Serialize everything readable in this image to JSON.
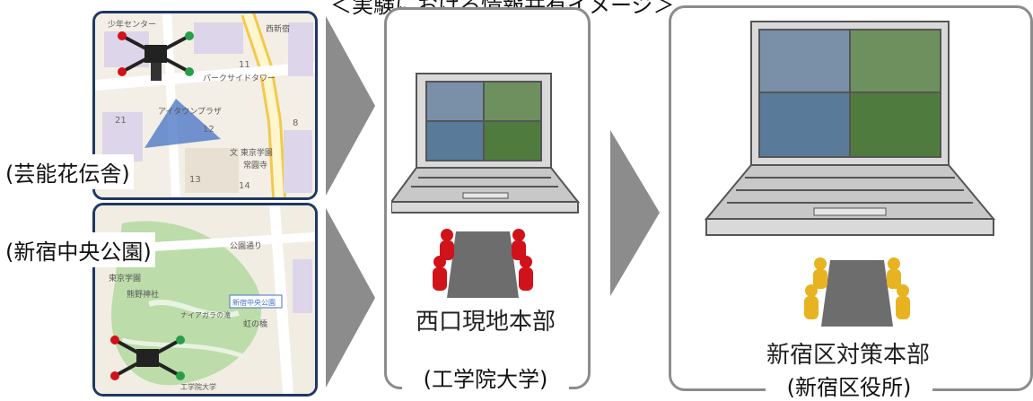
{
  "top_title": "＜実験における情報共有イメージ＞",
  "sources": [
    {
      "label": "(芸能花伝舎)"
    },
    {
      "label": "(新宿中央公園)"
    }
  ],
  "map_labels": {
    "upper": [
      "少年センター",
      "西新宿",
      "パークサイドタワー",
      "アイタウンプラザ",
      "文 東京学園",
      "常圓寺",
      "11",
      "13",
      "14",
      "21",
      "8",
      "12"
    ],
    "lower": [
      "公園通り",
      "東京学園",
      "熊野神社",
      "新宿中央公園",
      "ナイアガラの滝",
      "虹の橋",
      "工学院大学"
    ]
  },
  "local_hq": {
    "name": "西口現地本部",
    "place": "(工学院大学)"
  },
  "city_hq": {
    "name": "新宿区対策本部",
    "place": "(新宿区役所)"
  },
  "colors": {
    "map_border": "#1f3864",
    "arrow": "#8c8c8c",
    "red_figure": "#d0121b",
    "gold_figure": "#e8b321",
    "table": "#6d6d6d"
  }
}
